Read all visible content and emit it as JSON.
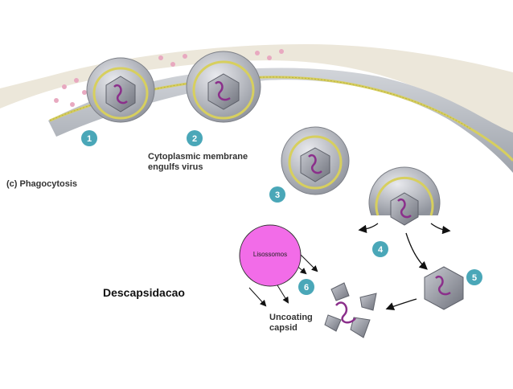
{
  "diagram": {
    "panel_label": "(c) Phagocytosis",
    "step_numbers": [
      "1",
      "2",
      "3",
      "4",
      "5",
      "6"
    ],
    "caption_engulf": [
      "Cytoplasmic membrane",
      "engulfs virus"
    ],
    "caption_uncoat": [
      "Uncoating",
      "capsid"
    ],
    "lysosome_label": "Lisossomos",
    "title_overlay": "Descapsidacao",
    "colors": {
      "cell_surface": "#e7e2d6",
      "cytoplasm": "#bfc3c9",
      "membrane": "#d9d36a",
      "receptor": "#e8a9c0",
      "step_circle": "#4aa7b8",
      "lysosome_fill": "#f26ce8",
      "capsid": "#9a9ca6",
      "genome": "#8b2f8b"
    }
  }
}
